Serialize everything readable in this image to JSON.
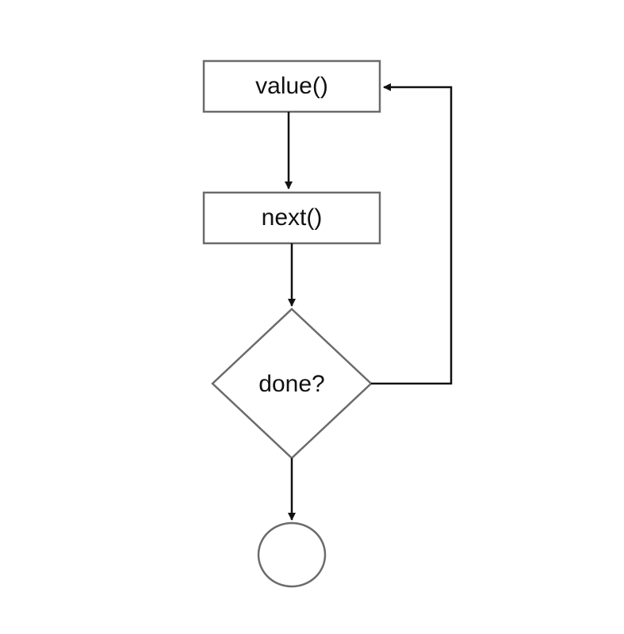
{
  "diagram": {
    "nodes": [
      {
        "id": "value",
        "shape": "rectangle",
        "label": "value()"
      },
      {
        "id": "next",
        "shape": "rectangle",
        "label": "next()"
      },
      {
        "id": "done",
        "shape": "diamond",
        "label": "done?"
      },
      {
        "id": "end",
        "shape": "circle",
        "label": ""
      }
    ],
    "edges": [
      {
        "from": "value",
        "to": "next"
      },
      {
        "from": "next",
        "to": "done"
      },
      {
        "from": "done",
        "to": "value"
      },
      {
        "from": "done",
        "to": "end"
      }
    ],
    "colors": {
      "node_stroke": "#6b6b6b",
      "edge_stroke": "#111111",
      "text": "#111111",
      "background": "#ffffff"
    }
  }
}
